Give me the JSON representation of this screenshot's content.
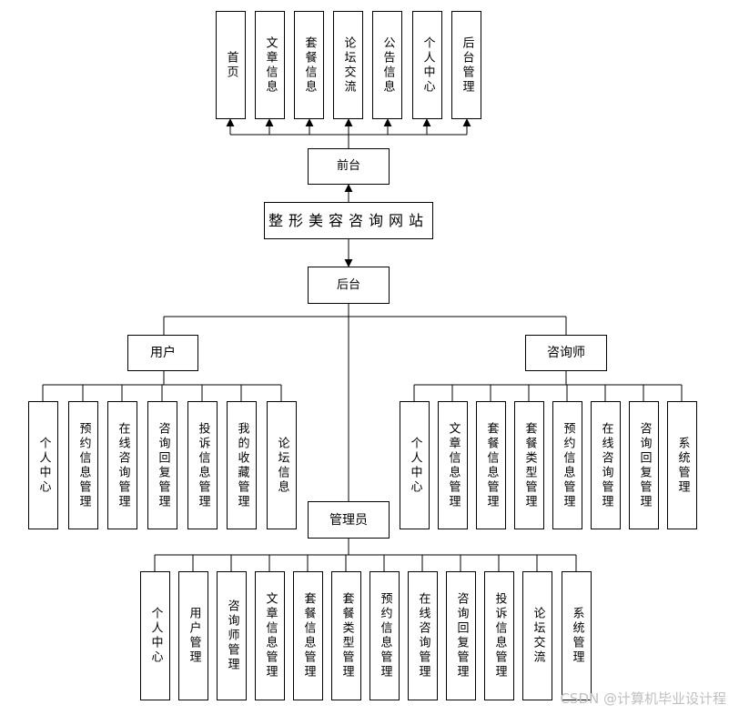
{
  "root": "整形美容咨询网站",
  "frontend": {
    "label": "前台",
    "items": [
      "首页",
      "文章信息",
      "套餐信息",
      "论坛交流",
      "公告信息",
      "个人中心",
      "后台管理"
    ]
  },
  "backend": {
    "label": "后台"
  },
  "user": {
    "label": "用户",
    "items": [
      "个人中心",
      "预约信息管理",
      "在线咨询管理",
      "咨询回复管理",
      "投诉信息管理",
      "我的收藏管理",
      "论坛信息"
    ]
  },
  "consultant": {
    "label": "咨询师",
    "items": [
      "个人中心",
      "文章信息管理",
      "套餐信息管理",
      "套餐类型管理",
      "预约信息管理",
      "在线咨询管理",
      "咨询回复管理",
      "系统管理"
    ]
  },
  "admin": {
    "label": "管理员",
    "items": [
      "个人中心",
      "用户管理",
      "咨询师管理",
      "文章信息管理",
      "套餐信息管理",
      "套餐类型管理",
      "预约信息管理",
      "在线咨询管理",
      "咨询回复管理",
      "投诉信息管理",
      "论坛交流",
      "系统管理"
    ]
  },
  "watermark": "CSDN @计算机毕业设计程"
}
